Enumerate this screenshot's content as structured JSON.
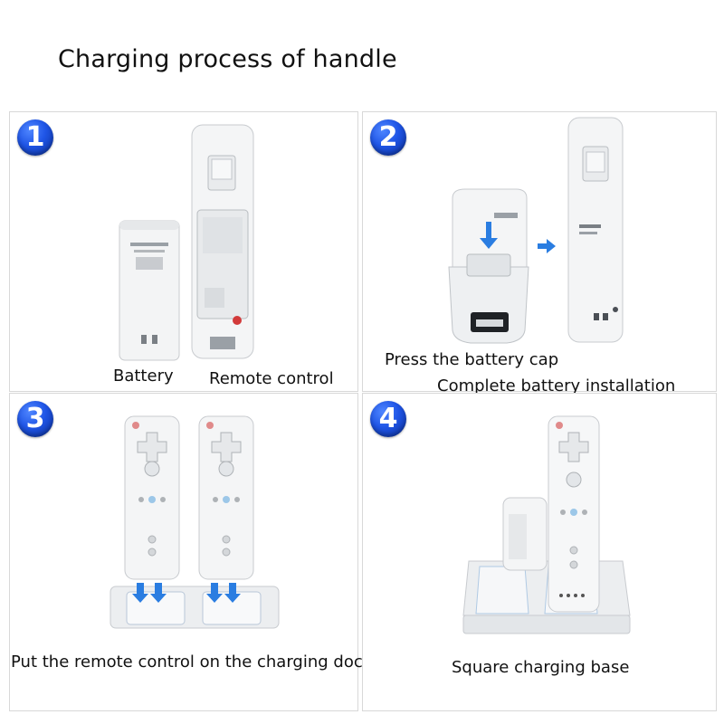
{
  "title": "Charging process of handle",
  "steps": [
    {
      "number": "1",
      "captions": [
        "Battery",
        "Remote control"
      ]
    },
    {
      "number": "2",
      "captions": [
        "Press the battery cap",
        "Complete battery installation"
      ]
    },
    {
      "number": "3",
      "captions": [
        "Put the remote control on the charging dock"
      ]
    },
    {
      "number": "4",
      "captions": [
        "Square charging base"
      ]
    }
  ],
  "colors": {
    "badge": "#1f55e6",
    "arrow": "#2a7de1",
    "device": "#f4f5f6",
    "outline": "#c9ccd0"
  }
}
